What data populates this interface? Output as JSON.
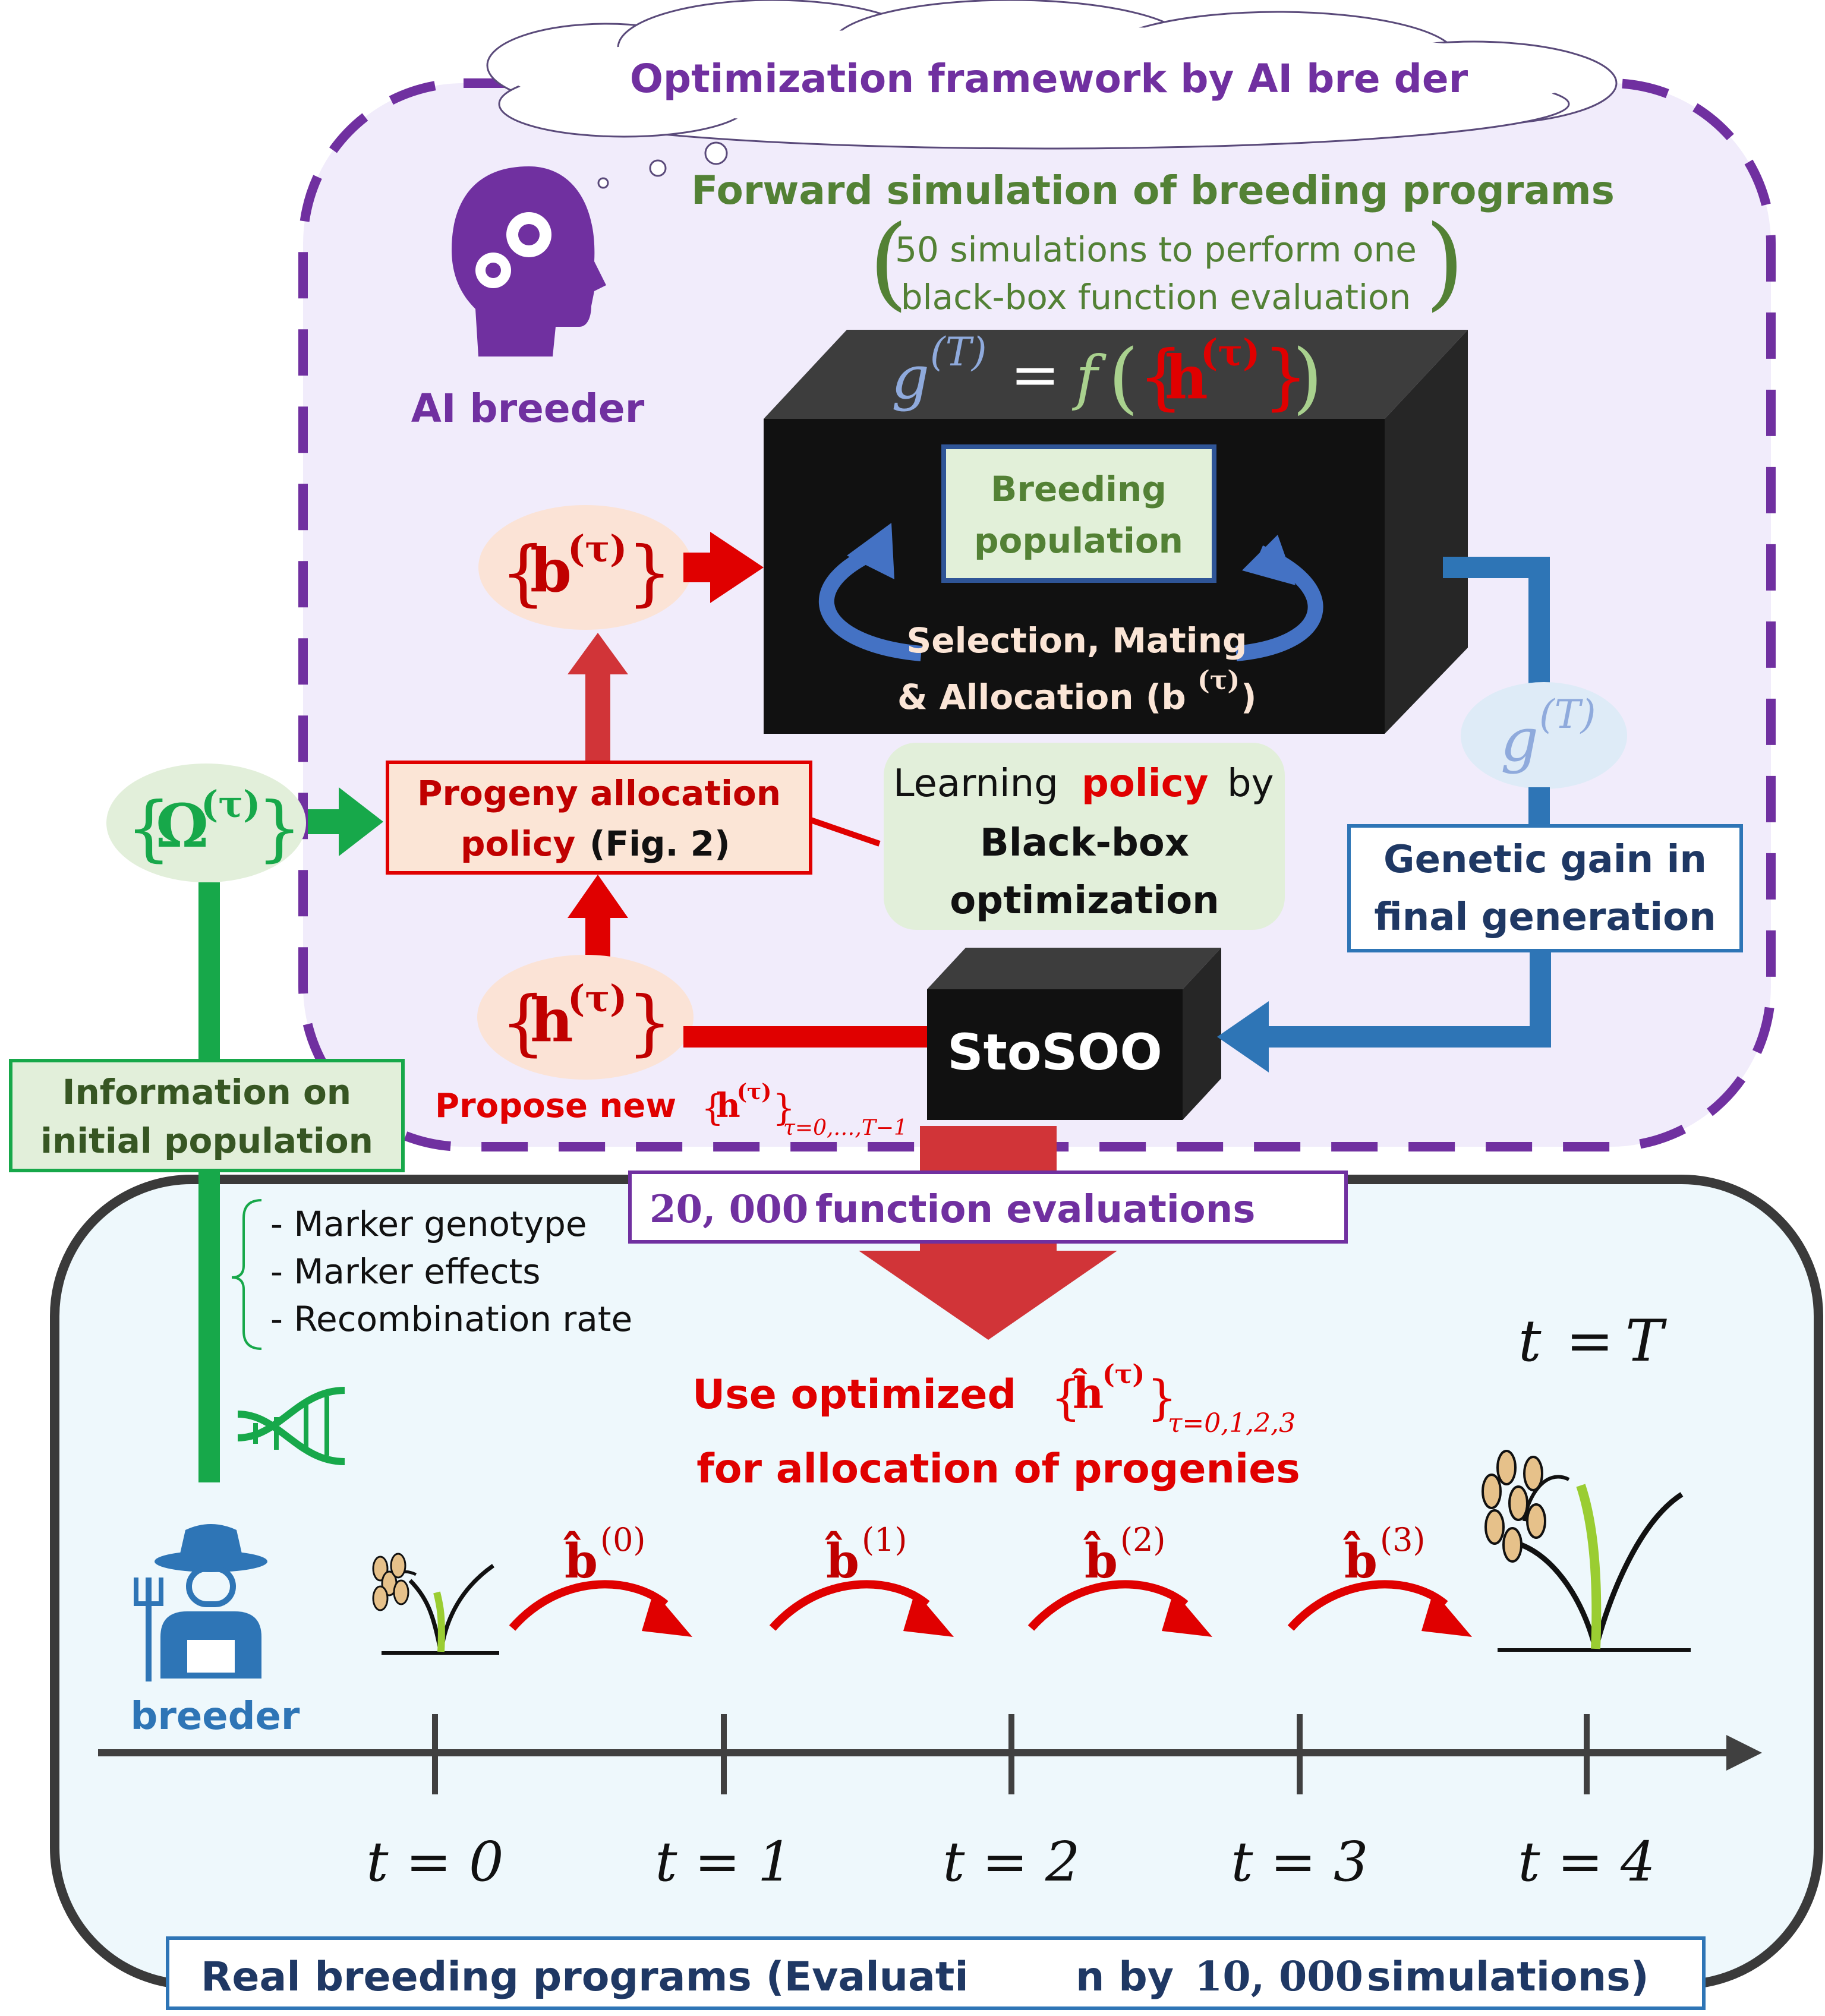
{
  "ai_frame": {
    "cloud_title": "Optimization framework by AI bre  der",
    "ai_label": "AI breeder",
    "forward_title": "Forward simulation of breeding programs",
    "sim_line1": "50 simulations to perform one",
    "sim_line2": "black-box function evaluation"
  },
  "blackbox": {
    "eq_g": "g",
    "eq_T": "(T)",
    "eq_equals": "=",
    "eq_f": "f",
    "eq_h": "h",
    "eq_tau": "(τ)",
    "pop_line1": "Breeding",
    "pop_line2": "population",
    "sel_line1": "Selection, Mating",
    "sel_line2": "& Allocation (b",
    "sel_tau": "(τ)",
    "sel_close": ")"
  },
  "nodes": {
    "b_main": "b",
    "h_main": "h",
    "tau": "(τ)",
    "omega_main": "Ω",
    "g_main": "g",
    "g_sup": "(T)",
    "policy_line1": "Progeny allocation",
    "policy_word": "policy",
    "policy_fig": "(Fig. 2)",
    "learning_word1": "Learning",
    "learning_word2": "policy",
    "learning_word3": "by",
    "learning_line2": "Black-box",
    "learning_line3": "optimization",
    "gain_line1": "Genetic gain in",
    "gain_line2": "final generation",
    "stosoo": "StoSOO",
    "propose_text": "Propose new",
    "propose_h": "h",
    "propose_tau": "(τ)",
    "propose_sub": "τ=0,…,T−1"
  },
  "info": {
    "title_line1": "Information on",
    "title_line2": "initial population",
    "items": [
      "- Marker genotype",
      "- Marker effects",
      "- Recombination rate"
    ]
  },
  "evaluations": {
    "num": "20, 000",
    "text": "function evaluations"
  },
  "real": {
    "use_line1": "Use optimized",
    "use_h": "ĥ",
    "use_tau": "(τ)",
    "use_sub": "τ=0,1,2,3",
    "use_line2": "for allocation of progenies",
    "breeder_label": "breeder",
    "tT_t": "t",
    "tT_eq": "=",
    "tT_T": "T",
    "steps": [
      {
        "b": "b̂",
        "sup": "(0)"
      },
      {
        "b": "b̂",
        "sup": "(1)"
      },
      {
        "b": "b̂",
        "sup": "(2)"
      },
      {
        "b": "b̂",
        "sup": "(3)"
      }
    ],
    "timeline": [
      "t = 0",
      "t = 1",
      "t = 2",
      "t = 3",
      "t = 4"
    ],
    "bottom_pre": "Real breeding programs (Evaluati",
    "bottom_mid": "n by",
    "bottom_num": "10, 000",
    "bottom_post": "simulations)"
  },
  "colors": {
    "purple": "#7030a0",
    "green_dark": "#538135",
    "green": "#17a84a",
    "red": "#e00000",
    "blue": "#2e75b6",
    "navy": "#1f3864",
    "light_purple_bg": "#f1ecfb",
    "light_blue_bg": "#eef8fc"
  }
}
